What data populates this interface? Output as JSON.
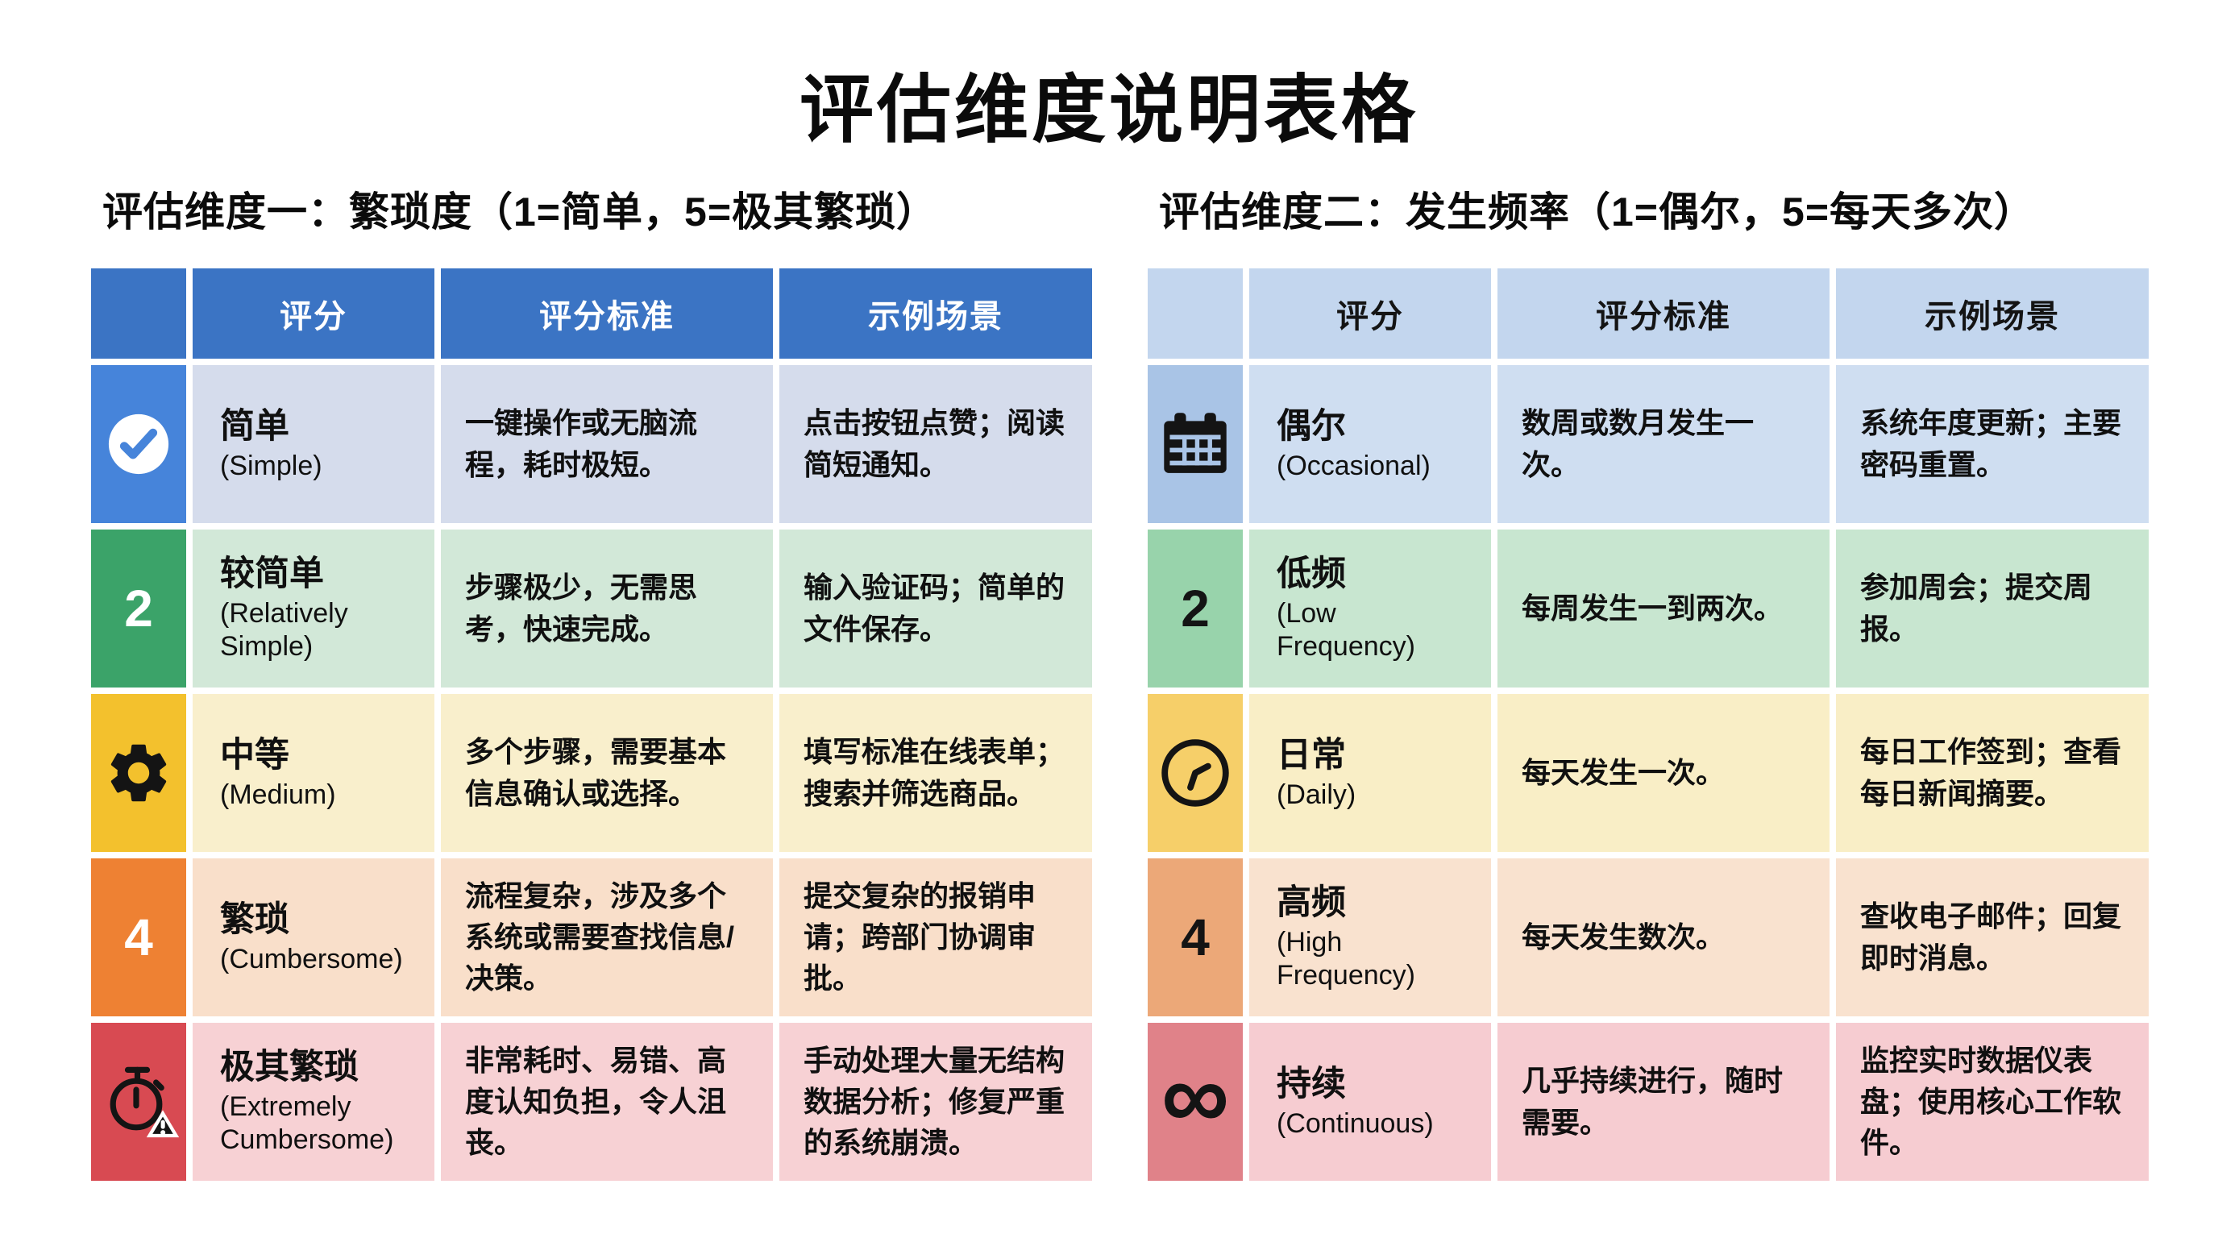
{
  "page_title": "评估维度说明表格",
  "chart_data": [
    {
      "type": "table",
      "title": "评估维度一：繁琐度（1=简单，5=极其繁琐）",
      "columns": [
        "评分",
        "评分标准",
        "示例场景"
      ],
      "header_bg": "#3b74c4",
      "header_fg": "#ffffff",
      "rows": [
        {
          "icon": "check-circle-icon",
          "badge_value": "",
          "icon_bg": "#4684da",
          "icon_fg": "#ffffff",
          "row_bg": "#d5dcec",
          "score_zh": "简单",
          "score_en": "(Simple)",
          "criteria": "一键操作或无脑流程，耗时极短。",
          "example": "点击按钮点赞；阅读简短通知。"
        },
        {
          "icon": "number-badge",
          "badge_value": "2",
          "icon_bg": "#3ba369",
          "icon_fg": "#ffffff",
          "row_bg": "#d2e8d8",
          "score_zh": "较简单",
          "score_en": "(Relatively Simple)",
          "criteria": "步骤极少，无需思考，快速完成。",
          "example": "输入验证码；简单的文件保存。"
        },
        {
          "icon": "gear-icon",
          "badge_value": "",
          "icon_bg": "#f3c12d",
          "icon_fg": "#141414",
          "row_bg": "#f9efcc",
          "score_zh": "中等",
          "score_en": "(Medium)",
          "criteria": "多个步骤，需要基本信息确认或选择。",
          "example": "填写标准在线表单；搜索并筛选商品。"
        },
        {
          "icon": "number-badge",
          "badge_value": "4",
          "icon_bg": "#ee8133",
          "icon_fg": "#ffffff",
          "row_bg": "#f9dfca",
          "score_zh": "繁琐",
          "score_en": "(Cumbersome)",
          "criteria": "流程复杂，涉及多个系统或需要查找信息/决策。",
          "example": "提交复杂的报销申请；跨部门协调审批。"
        },
        {
          "icon": "stopwatch-alert-icon",
          "badge_value": "",
          "icon_bg": "#d84a52",
          "icon_fg": "#141414",
          "row_bg": "#f7d1d4",
          "score_zh": "极其繁琐",
          "score_en": "(Extremely Cumbersome)",
          "criteria": "非常耗时、易错、高度认知负担，令人沮丧。",
          "example": "手动处理大量无结构数据分析；修复严重的系统崩溃。"
        }
      ]
    },
    {
      "type": "table",
      "title": "评估维度二：发生频率（1=偶尔，5=每天多次）",
      "columns": [
        "评分",
        "评分标准",
        "示例场景"
      ],
      "header_bg": "#c3d6ee",
      "header_fg": "#141414",
      "rows": [
        {
          "icon": "calendar-icon",
          "badge_value": "",
          "icon_bg": "#a9c4e6",
          "icon_fg": "#141414",
          "row_bg": "#cfdef1",
          "score_zh": "偶尔",
          "score_en": "(Occasional)",
          "criteria": "数周或数月发生一次。",
          "example": "系统年度更新；主要密码重置。"
        },
        {
          "icon": "number-badge",
          "badge_value": "2",
          "icon_bg": "#98d3ab",
          "icon_fg": "#141414",
          "row_bg": "#c8e6d0",
          "score_zh": "低频",
          "score_en": "(Low Frequency)",
          "criteria": "每周发生一到两次。",
          "example": "参加周会；提交周报。"
        },
        {
          "icon": "clock-icon",
          "badge_value": "",
          "icon_bg": "#f6cf69",
          "icon_fg": "#141414",
          "row_bg": "#f9eec6",
          "score_zh": "日常",
          "score_en": "(Daily)",
          "criteria": "每天发生一次。",
          "example": "每日工作签到；查看每日新闻摘要。"
        },
        {
          "icon": "number-badge",
          "badge_value": "4",
          "icon_bg": "#eca878",
          "icon_fg": "#141414",
          "row_bg": "#f9e2cf",
          "score_zh": "高频",
          "score_en": "(High Frequency)",
          "criteria": "每天发生数次。",
          "example": "查收电子邮件；回复即时消息。"
        },
        {
          "icon": "infinity-icon",
          "badge_value": "∞",
          "icon_bg": "#e08289",
          "icon_fg": "#141414",
          "row_bg": "#f6ccd1",
          "score_zh": "持续",
          "score_en": "(Continuous)",
          "criteria": "几乎持续进行，随时需要。",
          "example": "监控实时数据仪表盘；使用核心工作软件。"
        }
      ]
    }
  ]
}
